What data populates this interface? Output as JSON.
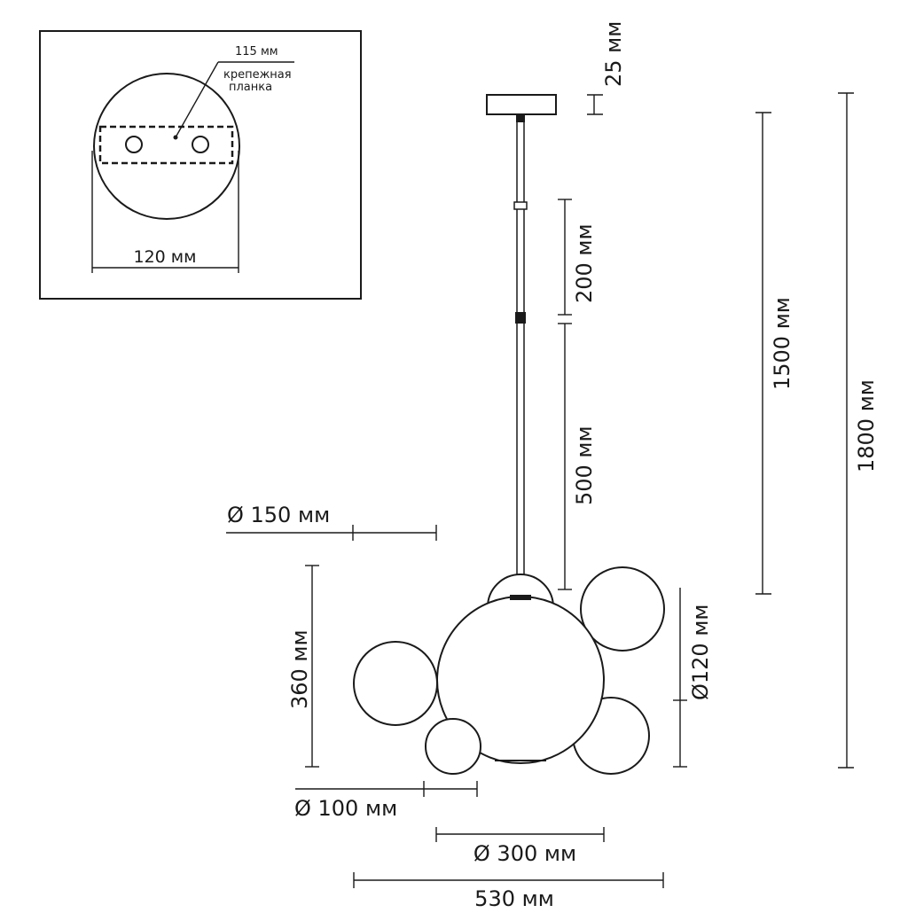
{
  "inset": {
    "plate_width_label": "115 мм",
    "plate_name_line1": "крепежная",
    "plate_name_line2": "планка",
    "canopy_diameter_label": "120 мм"
  },
  "dimensions": {
    "canopy_height": "25 мм",
    "upper_rod": "200 мм",
    "lower_rod": "500 мм",
    "suspension_length": "1500 мм",
    "total_height": "1800 мм",
    "top_sphere_diameter": "Ø 150 мм",
    "body_height": "360 мм",
    "right_sphere_diameter": "Ø120 мм",
    "small_sphere_diameter": "Ø 100 мм",
    "center_sphere_diameter": "Ø 300 мм",
    "total_width": "530 мм"
  },
  "colors": {
    "line": "#1a1a1a",
    "background": "#ffffff"
  }
}
